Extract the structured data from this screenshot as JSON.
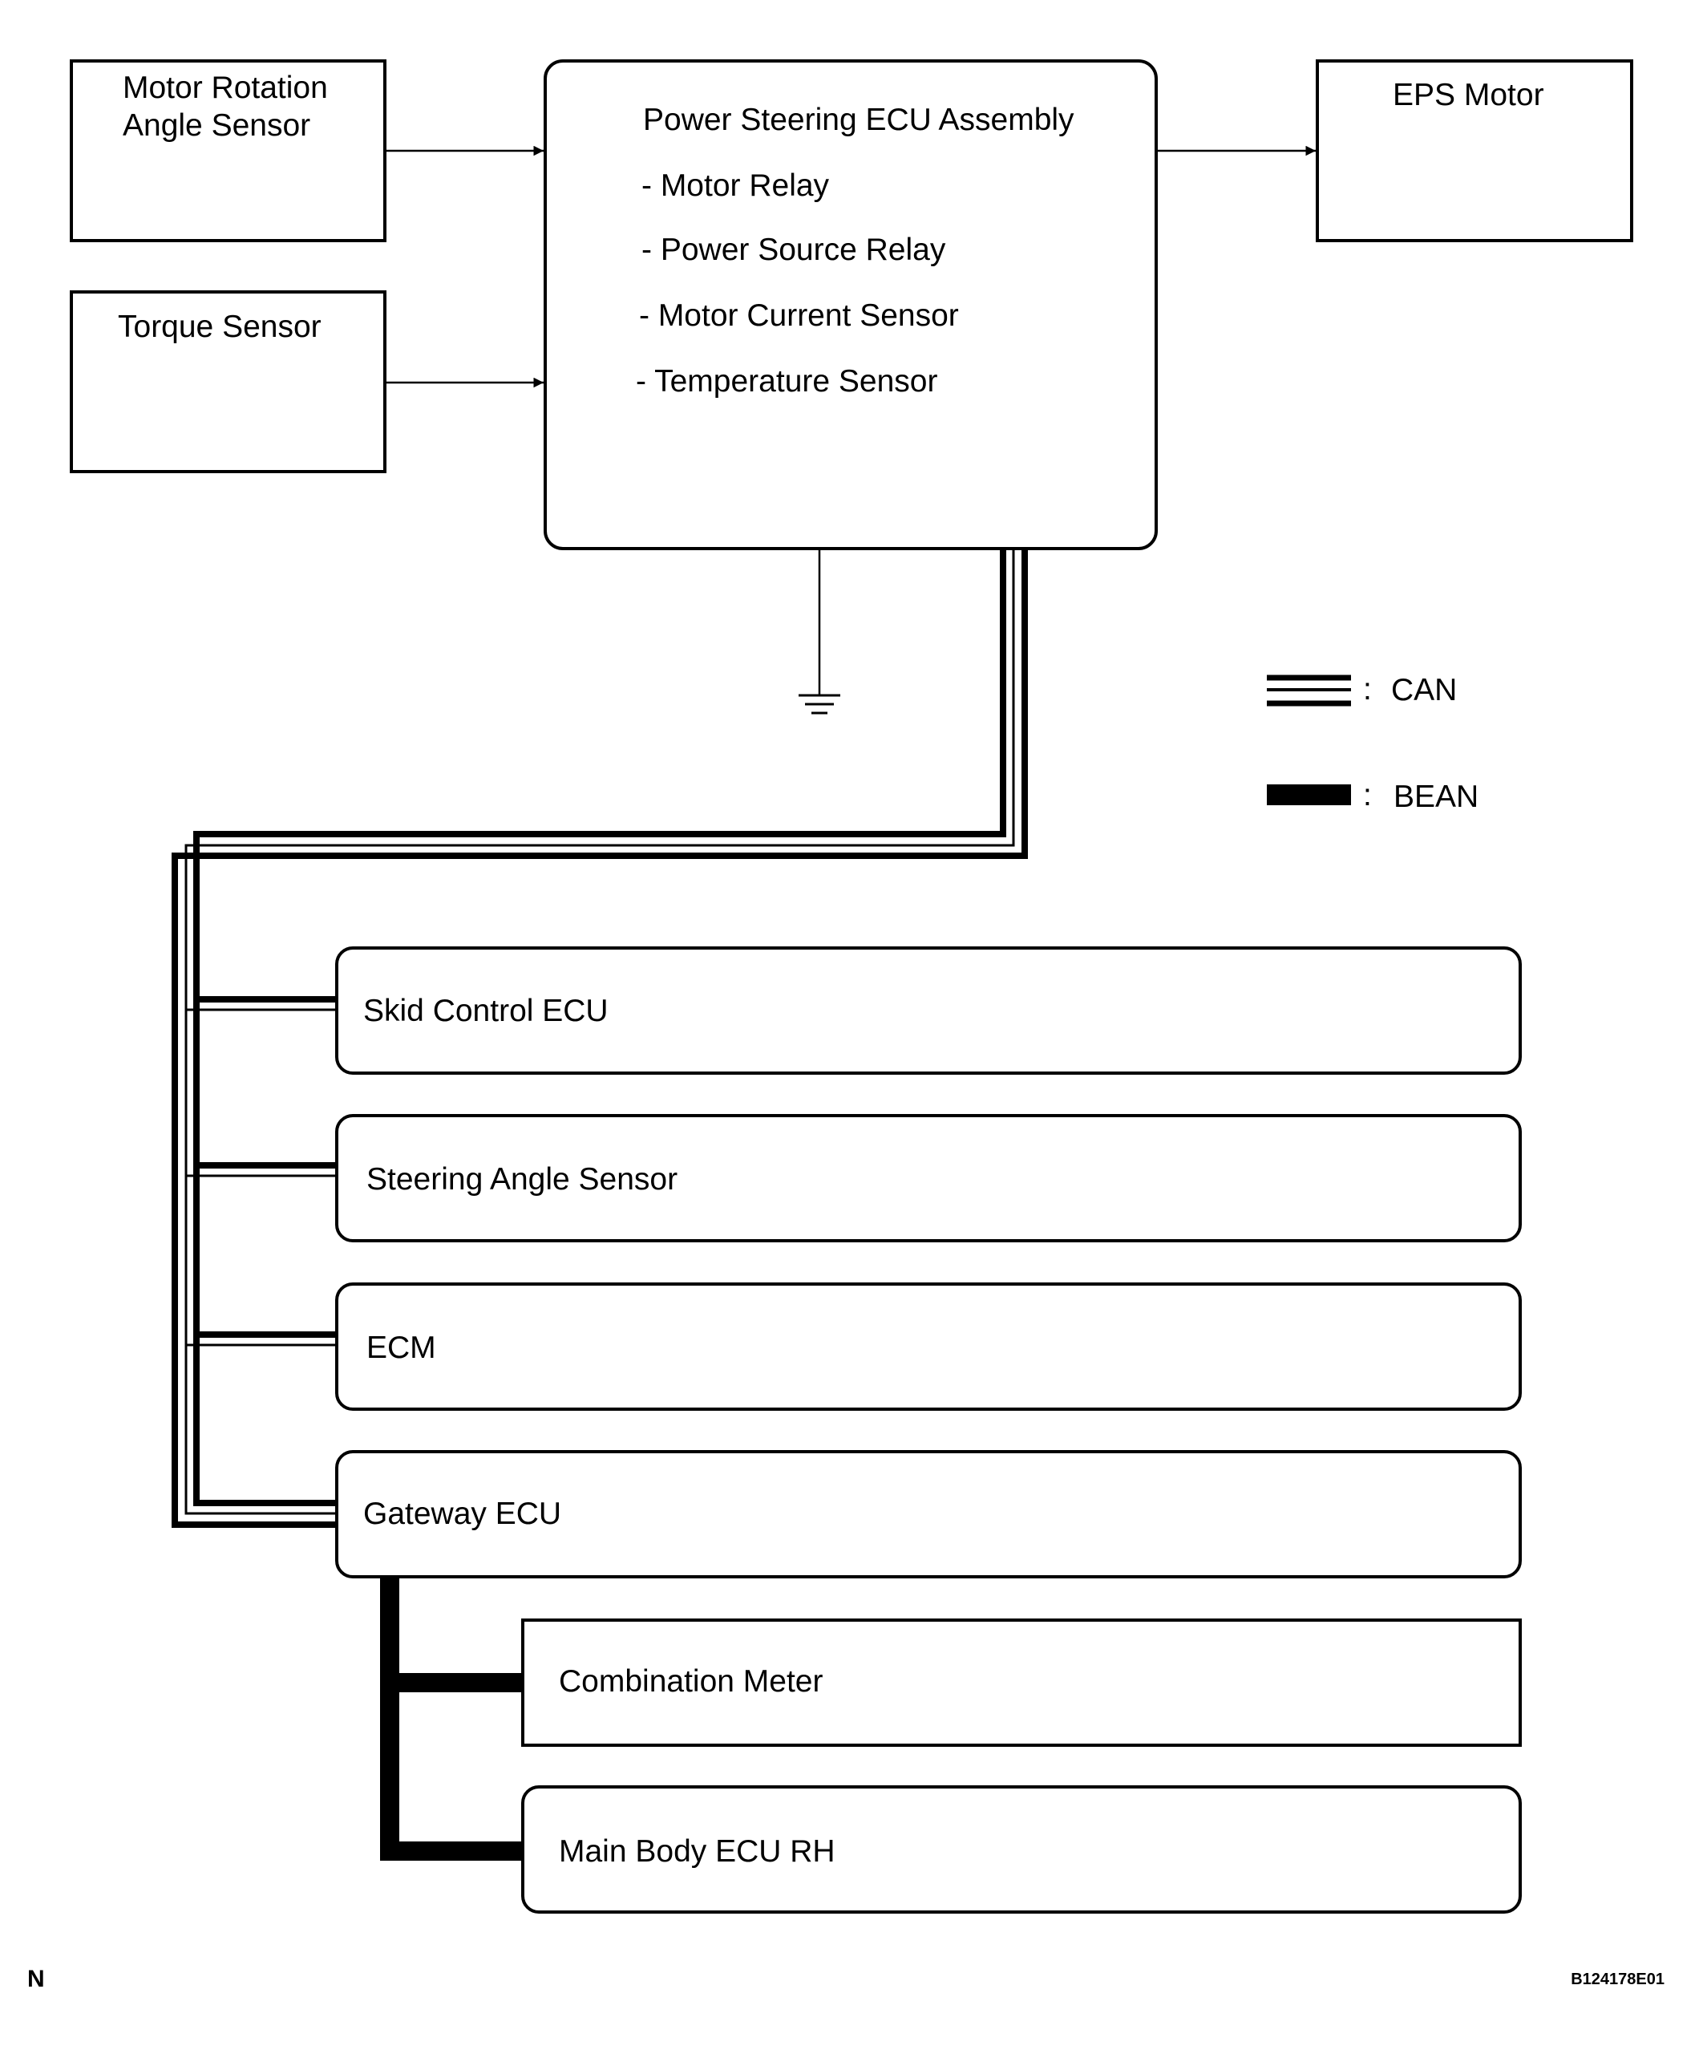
{
  "inputs": {
    "motor_rotation_angle_sensor": [
      "Motor Rotation",
      "Angle Sensor"
    ],
    "torque_sensor": "Torque Sensor"
  },
  "ecu_assembly": {
    "title": "Power Steering ECU Assembly",
    "components": [
      "- Motor Relay",
      "- Power Source Relay",
      "- Motor Current Sensor",
      "- Temperature Sensor"
    ]
  },
  "output": {
    "eps_motor": "EPS Motor"
  },
  "legend": [
    {
      "symbol": "can-triple-line",
      "separator": ":",
      "label": "CAN"
    },
    {
      "symbol": "bean-thick-line",
      "separator": ":",
      "label": "BEAN"
    }
  ],
  "can_nodes": [
    "Skid Control ECU",
    "Steering Angle Sensor",
    "ECM",
    "Gateway ECU"
  ],
  "bean_nodes": [
    "Combination Meter",
    "Main Body ECU RH"
  ],
  "footer": {
    "left_mark": "N",
    "figure_code": "B124178E01"
  }
}
